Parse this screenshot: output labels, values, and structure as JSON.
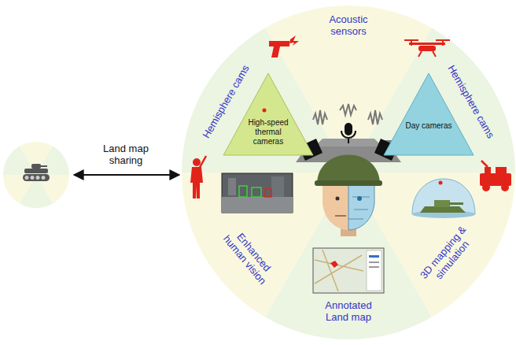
{
  "diagram": {
    "nodes": [
      {
        "text": [
          "High-speed thermal cameras"
        ]
      },
      {
        "text": [
          "Day cameras"
        ]
      }
    ],
    "labels": [
      "Acoustic sensors",
      "Hemisphere cams",
      "Hemisphere cams",
      "Land map sharing",
      "Enhanced human vision",
      "Annotated Land map",
      "3D mapping & simulation"
    ]
  }
}
